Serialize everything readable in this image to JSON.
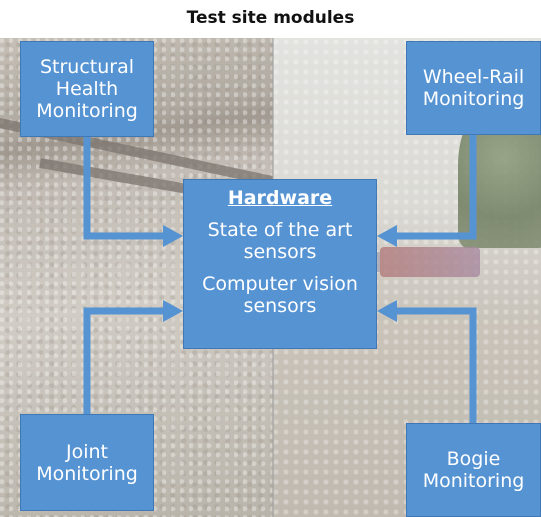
{
  "title": "Test site modules",
  "modules": {
    "structural_health": "Structural\nHealth\nMonitoring",
    "wheel_rail": "Wheel-Rail\nMonitoring",
    "joint": "Joint\nMonitoring",
    "bogie": "Bogie\nMonitoring"
  },
  "hardware": {
    "title": "Hardware",
    "items": [
      "State of the art\nsensors",
      "Computer vision\nsensors"
    ]
  },
  "colors": {
    "box_fill": "#5593d3",
    "arrow": "#5593d3",
    "text": "#ffffff"
  }
}
